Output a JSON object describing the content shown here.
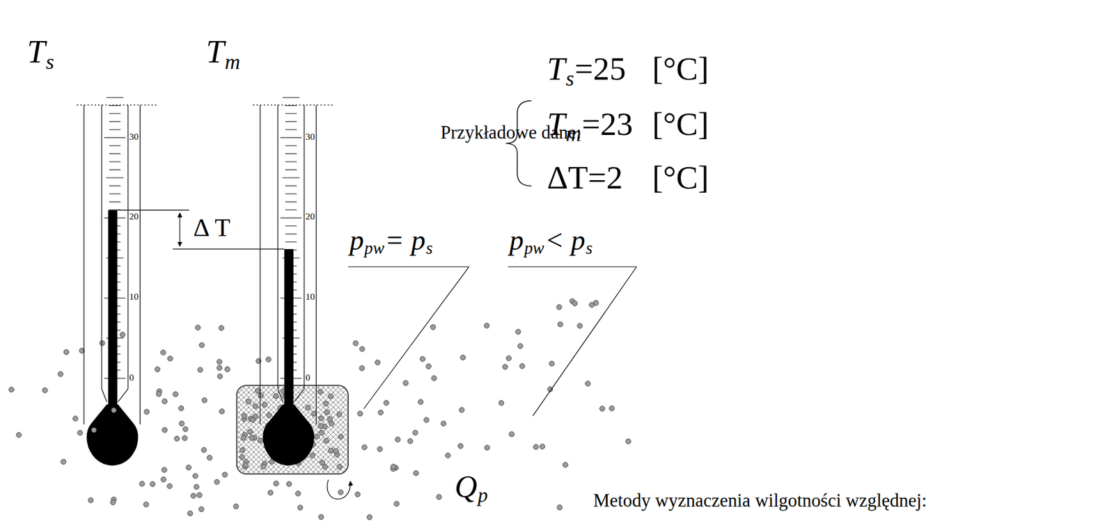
{
  "diagram": {
    "labels": [
      "T",
      "s",
      "30",
      "20",
      "10",
      "0",
      "T",
      "m",
      "30",
      "20",
      "10",
      "0",
      "Δ T",
      "p",
      "pw",
      "= p",
      "s",
      "p",
      "pw",
      "< p",
      "s",
      "Q",
      "p",
      "Przykładowe dane:",
      "T",
      "s",
      "=25",
      "[°C]",
      "T",
      "m",
      "=23",
      "[°C]",
      "ΔT=2",
      "[°C]",
      "Metody wyznaczenia wilgotności względnej:"
    ]
  }
}
